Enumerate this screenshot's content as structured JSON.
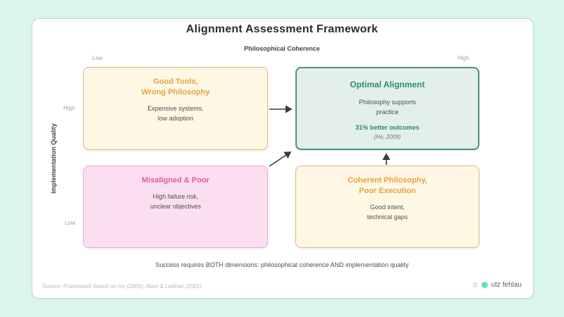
{
  "title": "Alignment Assessment Framework",
  "axes": {
    "x": {
      "title": "Philosophical Coherence",
      "low": "Low",
      "high": "High"
    },
    "y": {
      "title": "Implementation Quality",
      "high": "High",
      "low": "Low"
    }
  },
  "quadrants": [
    {
      "id": "good-tools-wrong-philosophy",
      "position": "top-left",
      "title": "Good Tools,\nWrong Philosophy",
      "body": "Expensive systems,\nlow adoption",
      "accent_color": "#e6a43e",
      "border_color": "#dfbe7c",
      "bg_color": "#fdf7e4"
    },
    {
      "id": "optimal-alignment",
      "position": "top-right",
      "title": "Optimal Alignment",
      "body": "Philosophy supports\npractice",
      "highlight": "31% better outcomes",
      "citation": "(Ho, 2009)",
      "accent_color": "#2f8a6a",
      "border_color": "#4c9180",
      "bg_color": "#e3efe9"
    },
    {
      "id": "misaligned-poor",
      "position": "bottom-left",
      "title": "Misaligned & Poor",
      "body": "High failure risk,\nunclear objectives",
      "accent_color": "#e2589f",
      "border_color": "#ecabce",
      "bg_color": "#fbdff0"
    },
    {
      "id": "coherent-philosophy-poor-execution",
      "position": "bottom-right",
      "title": "Coherent Philosophy,\nPoor Execution",
      "body": "Good intent,\ntechnical gaps",
      "accent_color": "#e6a43e",
      "border_color": "#dfbe7c",
      "bg_color": "#fdf7e4"
    }
  ],
  "arrows": [
    {
      "from": "good-tools-wrong-philosophy",
      "to": "optimal-alignment"
    },
    {
      "from": "misaligned-poor",
      "to": "optimal-alignment"
    },
    {
      "from": "coherent-philosophy-poor-execution",
      "to": "optimal-alignment"
    }
  ],
  "caption": "Success requires BOTH dimensions: philosophical coherence AND implementation quality",
  "footer": {
    "source": "Source: Framework based on Ho (2009); Alavi & Leidner (2001)",
    "copyright_symbol": "©",
    "brand": "utz fehlau",
    "brand_dot_color": "#66e2b2"
  },
  "colors": {
    "page_background": "#ddf6ec",
    "card_background": "#ffffff",
    "card_border": "#b6e0d1",
    "arrow": "#3a3a3a"
  }
}
